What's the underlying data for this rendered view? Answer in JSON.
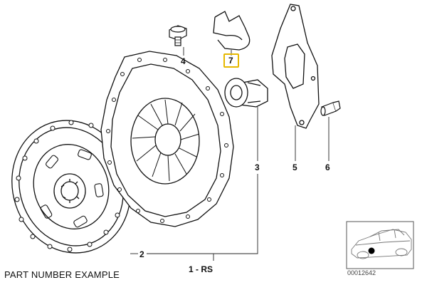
{
  "callouts": {
    "c1": "1 - RS",
    "c2": "2",
    "c3": "3",
    "c4": "4",
    "c5": "5",
    "c6": "6",
    "c7": "7"
  },
  "highlight_color": "#e6b800",
  "footer": {
    "label": "PART NUMBER EXAMPLE",
    "code": "00012642"
  },
  "icons": [
    "clutch-disc-icon",
    "pressure-plate-icon",
    "release-bearing-icon",
    "bolt-icon",
    "clip-icon",
    "guide-plate-icon",
    "pin-icon",
    "car-thumbnail-icon"
  ]
}
